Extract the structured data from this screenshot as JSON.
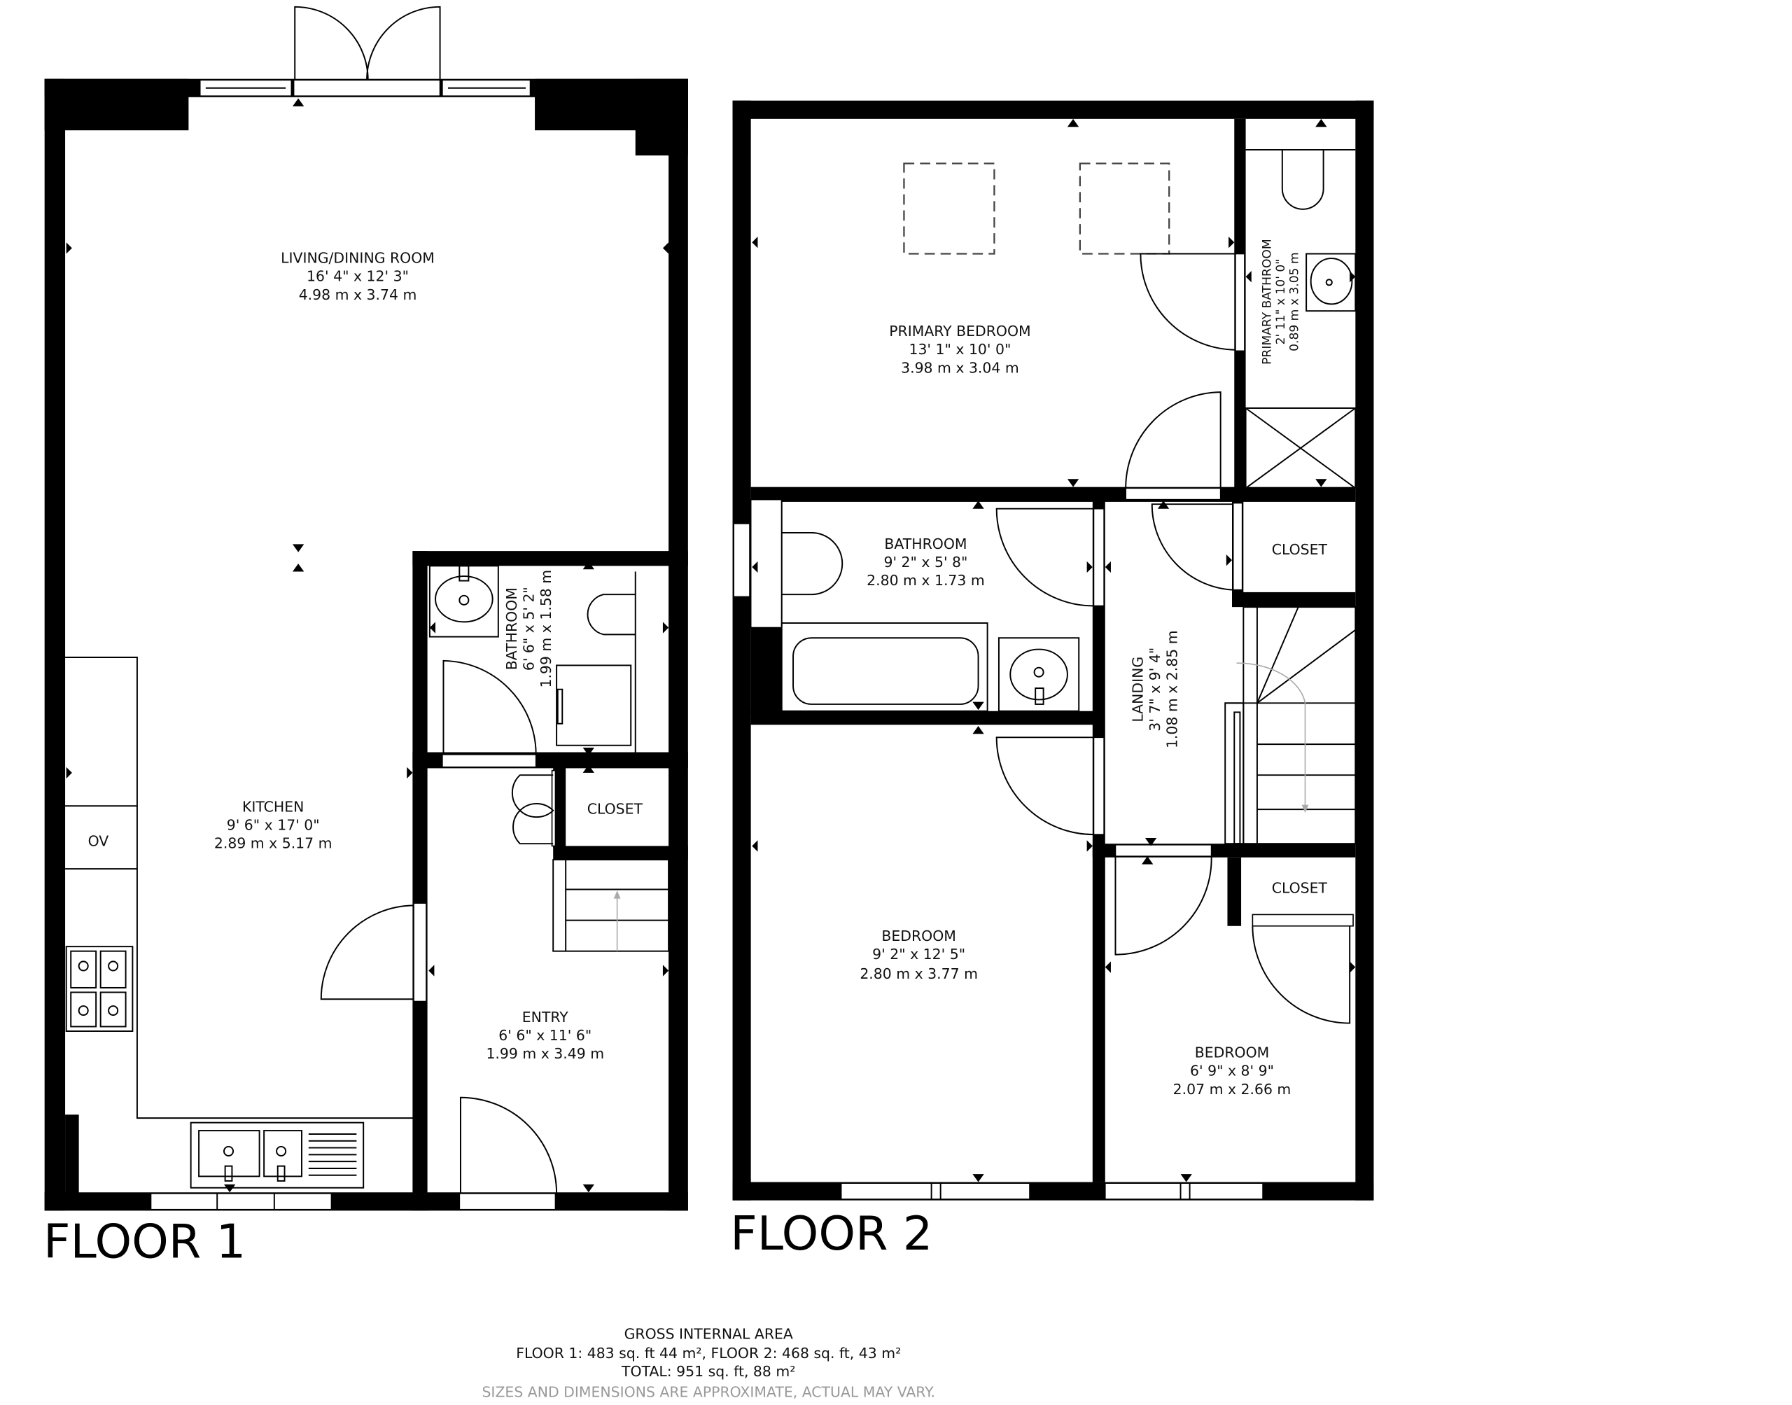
{
  "floor1": {
    "title": "FLOOR 1",
    "rooms": [
      {
        "name": "LIVING/DINING ROOM",
        "imperial": "16' 4\" x 12' 3\"",
        "metric": "4.98 m x 3.74 m"
      },
      {
        "name": "BATHROOM",
        "imperial": "6' 6\" x 5' 2\"",
        "metric": "1.99 m x 1.58 m"
      },
      {
        "name": "KITCHEN",
        "imperial": "9' 6\" x 17' 0\"",
        "metric": "2.89 m x 5.17 m"
      },
      {
        "name": "CLOSET"
      },
      {
        "name": "ENTRY",
        "imperial": "6' 6\" x 11' 6\"",
        "metric": "1.99 m x 3.49 m"
      }
    ],
    "appliance_label": "OV"
  },
  "floor2": {
    "title": "FLOOR 2",
    "rooms": [
      {
        "name": "PRIMARY BEDROOM",
        "imperial": "13' 1\" x 10' 0\"",
        "metric": "3.98 m x 3.04 m"
      },
      {
        "name": "PRIMARY BATHROOM",
        "imperial": "2' 11\" x 10' 0\"",
        "metric": "0.89 m x 3.05 m"
      },
      {
        "name": "BATHROOM",
        "imperial": "9' 2\" x 5' 8\"",
        "metric": "2.80 m x 1.73 m"
      },
      {
        "name": "CLOSET"
      },
      {
        "name": "LANDING",
        "imperial": "3' 7\" x 9' 4\"",
        "metric": "1.08 m x 2.85 m"
      },
      {
        "name": "BEDROOM",
        "imperial": "9' 2\" x 12' 5\"",
        "metric": "2.80 m x 3.77 m"
      },
      {
        "name": "CLOSET"
      },
      {
        "name": "BEDROOM",
        "imperial": "6' 9\" x 8' 9\"",
        "metric": "2.07 m x 2.66 m"
      }
    ]
  },
  "footer": {
    "heading": "GROSS INTERNAL AREA",
    "floors_line": "FLOOR 1: 483 sq. ft 44 m², FLOOR 2: 468 sq. ft, 43 m²",
    "total_line": "TOTAL: 951 sq. ft, 88 m²",
    "disclaimer": "SIZES AND DIMENSIONS ARE APPROXIMATE, ACTUAL MAY VARY."
  },
  "colors": {
    "wall": "#000000",
    "background": "#ffffff",
    "disclaimer": "#999999"
  }
}
